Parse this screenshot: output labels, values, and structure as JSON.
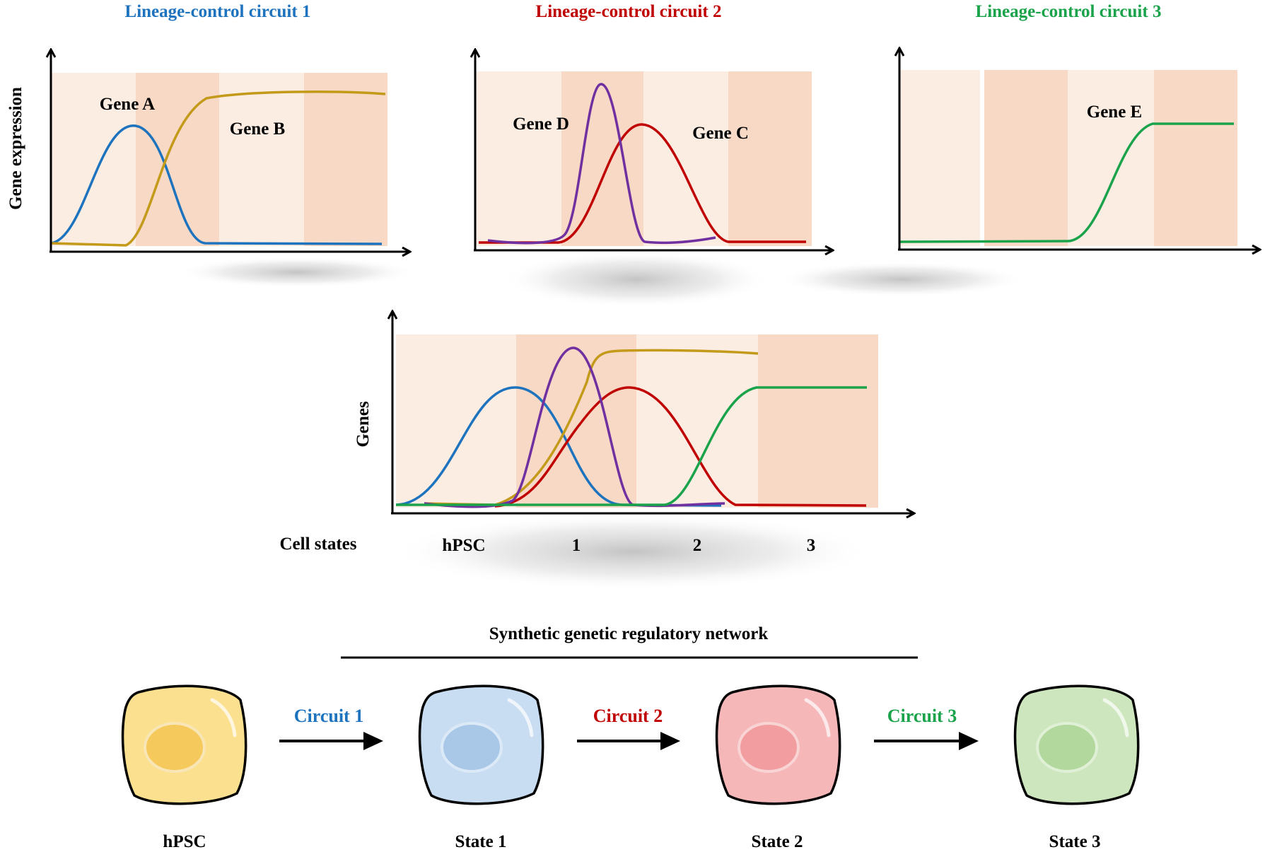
{
  "colors": {
    "circuit1": "#1E73BE",
    "circuit2": "#C00000",
    "circuit3": "#1AA34A",
    "gene_a": "#1E73BE",
    "gene_b": "#C49A1A",
    "gene_c": "#C00000",
    "gene_d": "#7030A0",
    "gene_e": "#1AA34A",
    "band_light": "#FCEDE3",
    "band_dark": "#F8D9C6",
    "cell_hpsc": "#FBE08F",
    "cell_state1": "#C9DDF2",
    "cell_state2": "#F6B7B9",
    "cell_state3": "#CDE6BE"
  },
  "panels": {
    "circuit1": {
      "title": "Lineage-control circuit 1",
      "ylabel": "Gene expression",
      "gene_a_label": "Gene A",
      "gene_b_label": "Gene B"
    },
    "circuit2": {
      "title": "Lineage-control circuit 2",
      "gene_d_label": "Gene D",
      "gene_c_label": "Gene C"
    },
    "circuit3": {
      "title": "Lineage-control circuit 3",
      "gene_e_label": "Gene E"
    }
  },
  "combined": {
    "ylabel": "Genes",
    "xlabel": "Cell states",
    "states": [
      "hPSC",
      "1",
      "2",
      "3"
    ]
  },
  "network": {
    "title": "Synthetic genetic regulatory network",
    "cells": [
      "hPSC",
      "State 1",
      "State 2",
      "State 3"
    ],
    "arrows": [
      "Circuit 1",
      "Circuit 2",
      "Circuit 3"
    ]
  }
}
